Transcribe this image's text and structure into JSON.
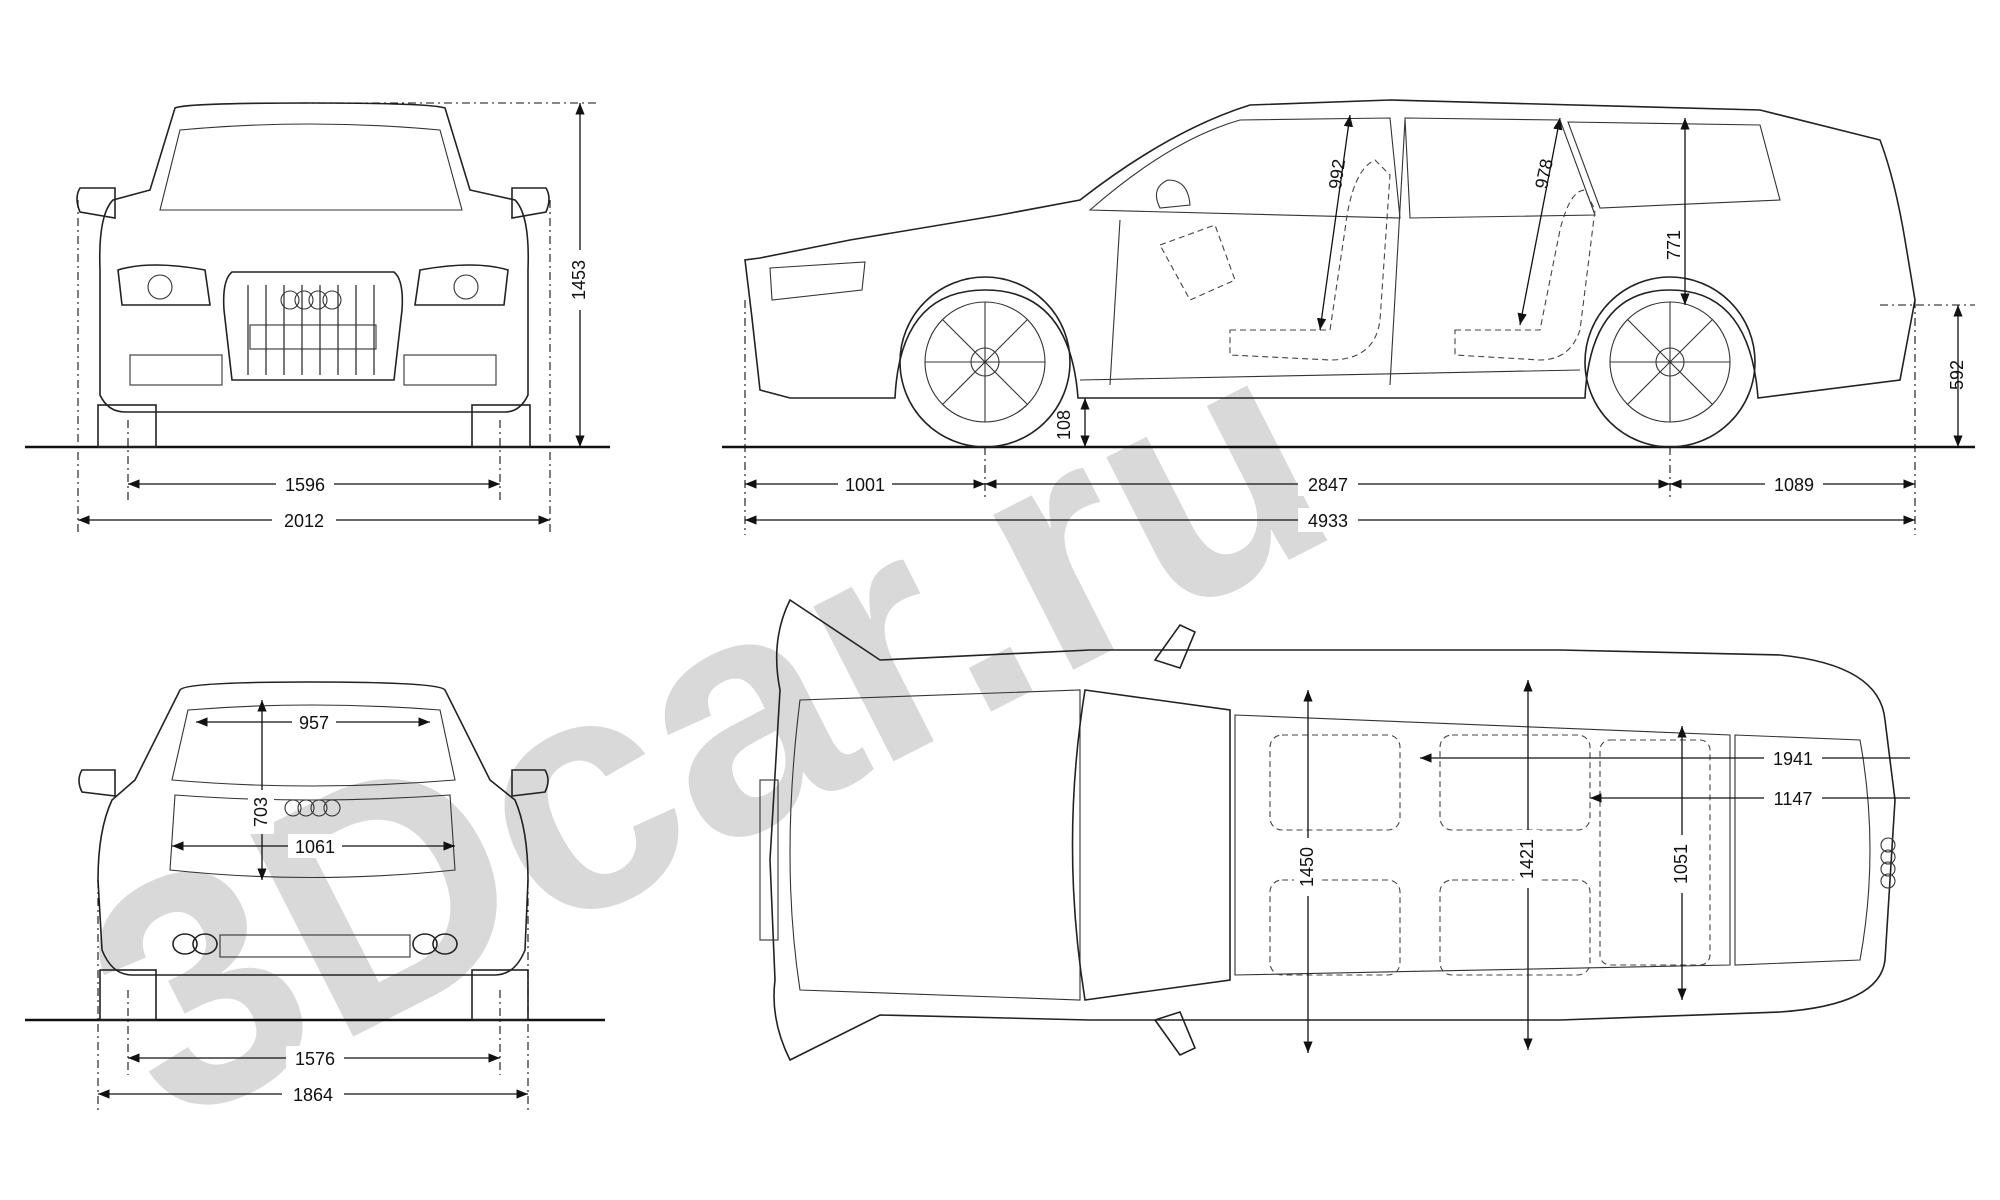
{
  "watermark": "3Dcar.ru",
  "front_view": {
    "height": "1453",
    "track": "1596",
    "width_mirrors": "2012"
  },
  "side_view": {
    "front_headroom": "992",
    "rear_headroom": "978",
    "trunk_height": "771",
    "rear_overhang_height": "592",
    "ground_clearance": "108",
    "front_overhang": "1001",
    "wheelbase": "2847",
    "rear_overhang": "1089",
    "length": "4933"
  },
  "rear_view": {
    "trunk_opening_top": "957",
    "trunk_opening_height": "703",
    "trunk_opening_bottom": "1061",
    "track": "1576",
    "width": "1864"
  },
  "top_view": {
    "trunk_length_max": "1941",
    "trunk_length": "1147",
    "front_shoulder_width": "1450",
    "rear_shoulder_width": "1421",
    "trunk_width": "1051"
  }
}
